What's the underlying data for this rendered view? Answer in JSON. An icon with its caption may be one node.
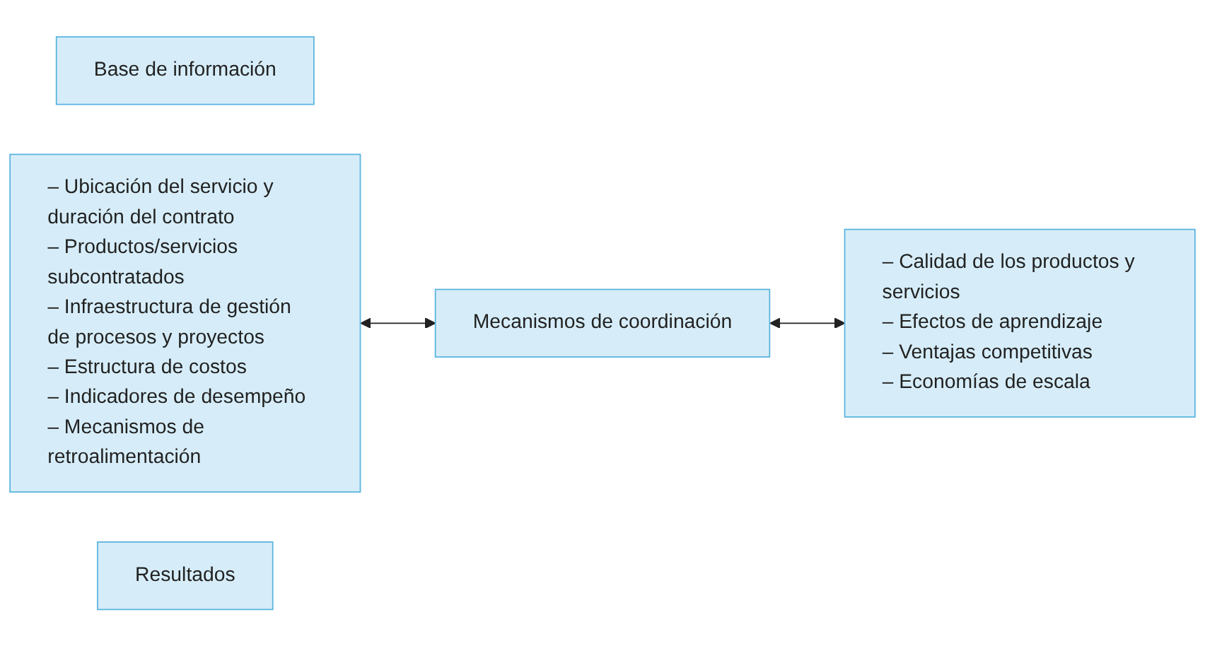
{
  "diagram": {
    "nodes": [
      {
        "text": [
          "Base de información"
        ]
      },
      {
        "text": [
          "– Ubicación del servicio y duración del contrato",
          "– Productos/servicios subcontratados",
          "– Infraestructura de gestión de procesos y proyectos",
          "– Estructura de costos",
          "– Indicadores de desempeño",
          "– Mecanismos de retroalimentación"
        ]
      },
      {
        "text": [
          "Mecanismos de coordinación"
        ]
      },
      {
        "text": [
          "Resultados"
        ]
      },
      {
        "text": [
          "– Calidad de los productos y servicios",
          "– Efectos de aprendizaje",
          "– Ventajas competitivas",
          "– Economías de escala"
        ]
      }
    ],
    "edges": [
      {
        "from": 1,
        "to": 2,
        "arrow": "both"
      },
      {
        "from": 2,
        "to": 4,
        "arrow": "both"
      }
    ]
  }
}
